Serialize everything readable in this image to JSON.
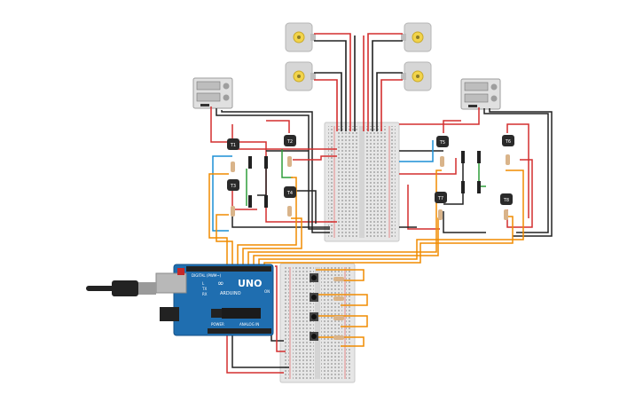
{
  "board": {
    "brand_text": "UNO",
    "brand_sub": "ARDUINO",
    "logo_icon": "infinity-icon",
    "power_label": "POWER",
    "analog_label": "ANALOG IN",
    "digital_label": "DIGITAL (PWM~)",
    "on_label": "ON",
    "tx_label": "TX",
    "rx_label": "RX",
    "l_label": "L"
  },
  "transistor_labels": [
    "T1",
    "T2",
    "T3",
    "T4",
    "T5",
    "T6",
    "T7",
    "T8"
  ],
  "colors": {
    "wire_red": "#d32f2f",
    "wire_black": "#222222",
    "wire_orange": "#f08c00",
    "wire_green": "#2e9e3a",
    "wire_blue": "#1c8fd6",
    "board_blue": "#1f6eb0",
    "motor_body": "#d6d6d6",
    "motor_shaft": "#f2d44a",
    "breadboard": "#e8e8e8"
  },
  "icons": [
    "dc-motor-icon",
    "battery-pack-icon",
    "usb-plug-icon",
    "push-button-icon",
    "resistor-icon",
    "diode-icon",
    "transistor-icon",
    "reset-button-icon",
    "microcontroller-chip-icon"
  ]
}
